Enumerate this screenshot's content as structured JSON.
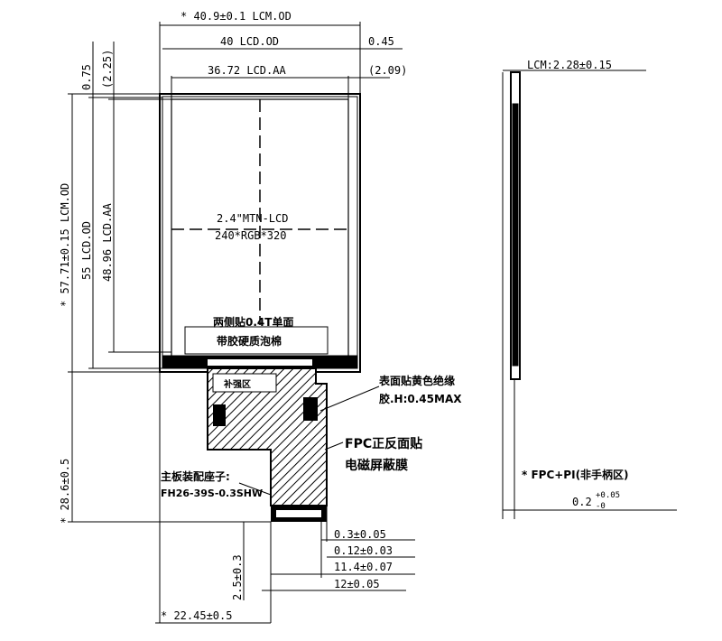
{
  "panel": {
    "title": "2.4\"MTN-LCD",
    "resolution": "240*RGB*320"
  },
  "dimensions": {
    "lcm_width": "* 40.9±0.1 LCM.OD",
    "lcd_width": "40 LCD.OD",
    "lcd_width_offset": "0.45",
    "aa_width": "36.72 LCD.AA",
    "aa_width_offset": "(2.09)",
    "top_075": "0.75",
    "top_225": "(2.25)",
    "lcm_height": "* 57.71±0.15 LCM.OD",
    "lcd_height": "55 LCD.OD",
    "aa_height": "48.96 LCD.AA",
    "fpc_length": "* 28.6±0.5",
    "conn_offset": "2.5±0.3",
    "fpc_pos": "* 22.45±0.5",
    "r1": "0.3±0.05",
    "r2": "0.12±0.03",
    "r3": "11.4±0.07",
    "r4": "12±0.05",
    "thickness": "LCM:2.28±0.15",
    "fpc_pi": "* FPC+PI(非手柄区)",
    "fpc_thick_base": "0.2",
    "fpc_thick_sup": "+0.05",
    "fpc_thick_sub": "-0"
  },
  "notes": {
    "tape_line1": "两侧贴0.4T单面",
    "tape_line2": "带胶硬质泡棉",
    "yellow_tape_line1": "表面贴黄色绝缘",
    "yellow_tape_line2": "胶.H:0.45MAX",
    "emi_line1": "FPC正反面贴",
    "emi_line2": "电磁屏蔽膜",
    "connector_line1": "主板装配座子:",
    "connector_line2": "FH26-39S-0.3SHW",
    "stiffener_label": "补强区"
  }
}
